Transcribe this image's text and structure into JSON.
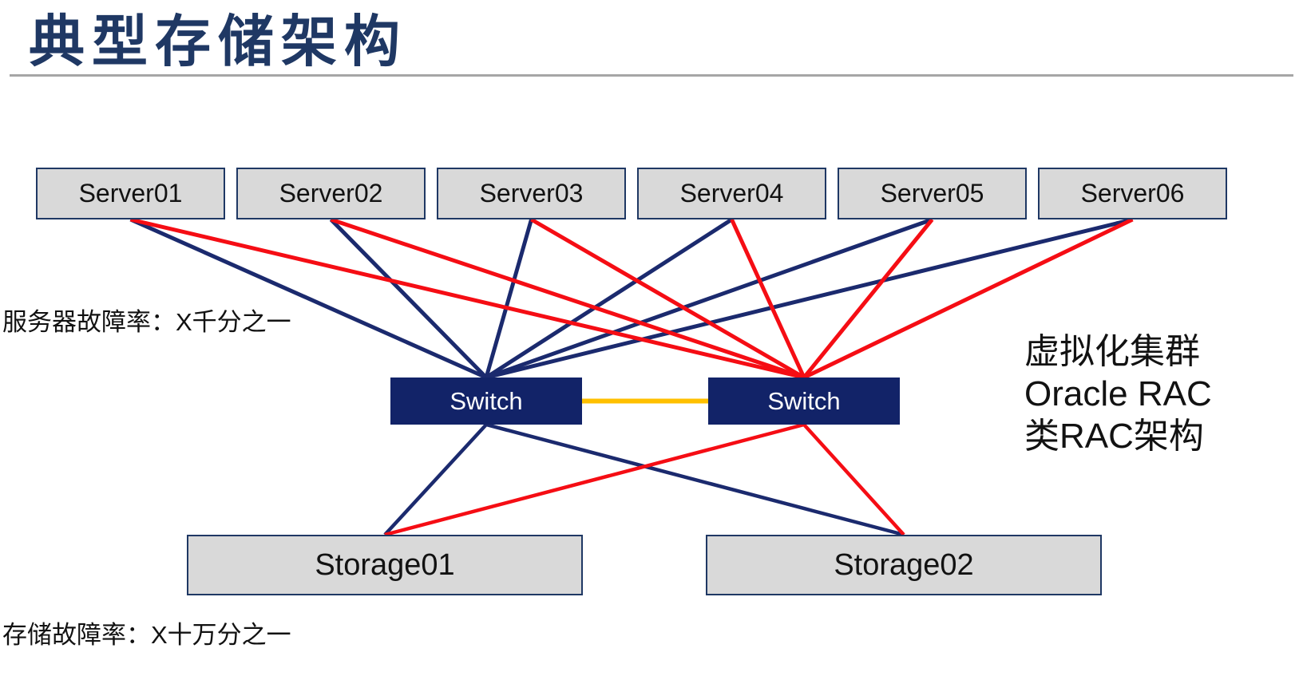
{
  "slide": {
    "title": "典型存储架构"
  },
  "nodes": {
    "servers": [
      {
        "id": "server01",
        "label": "Server01"
      },
      {
        "id": "server02",
        "label": "Server02"
      },
      {
        "id": "server03",
        "label": "Server03"
      },
      {
        "id": "server04",
        "label": "Server04"
      },
      {
        "id": "server05",
        "label": "Server05"
      },
      {
        "id": "server06",
        "label": "Server06"
      }
    ],
    "switches": [
      {
        "id": "switch1",
        "label": "Switch"
      },
      {
        "id": "switch2",
        "label": "Switch"
      }
    ],
    "storages": [
      {
        "id": "storage01",
        "label": "Storage01"
      },
      {
        "id": "storage02",
        "label": "Storage02"
      }
    ]
  },
  "annotations": {
    "server_failure_rate": "服务器故障率：X千分之一",
    "storage_failure_rate": "存储故障率：X十万分之一",
    "cluster_note_lines": [
      "虚拟化集群",
      "Oracle RAC",
      "类RAC架构"
    ]
  },
  "colors": {
    "title_color": "#1f3864",
    "divider": "#a6a6a6",
    "node_fill": "#d9d9d9",
    "node_border": "#1f3864",
    "switch_fill": "#122368",
    "navy_link": "#1b2a6e",
    "red_link": "#f50d14",
    "inter_switch_link": "#ffc000"
  },
  "links": [
    {
      "from": "server01",
      "to": "switch1",
      "color_key": "navy_link",
      "width": 5
    },
    {
      "from": "server02",
      "to": "switch1",
      "color_key": "navy_link",
      "width": 5
    },
    {
      "from": "server03",
      "to": "switch1",
      "color_key": "navy_link",
      "width": 5
    },
    {
      "from": "server04",
      "to": "switch1",
      "color_key": "navy_link",
      "width": 5
    },
    {
      "from": "server05",
      "to": "switch1",
      "color_key": "navy_link",
      "width": 5
    },
    {
      "from": "server06",
      "to": "switch1",
      "color_key": "navy_link",
      "width": 5
    },
    {
      "from": "server01",
      "to": "switch2",
      "color_key": "red_link",
      "width": 5
    },
    {
      "from": "server02",
      "to": "switch2",
      "color_key": "red_link",
      "width": 5
    },
    {
      "from": "server03",
      "to": "switch2",
      "color_key": "red_link",
      "width": 5
    },
    {
      "from": "server04",
      "to": "switch2",
      "color_key": "red_link",
      "width": 5
    },
    {
      "from": "server05",
      "to": "switch2",
      "color_key": "red_link",
      "width": 5
    },
    {
      "from": "server06",
      "to": "switch2",
      "color_key": "red_link",
      "width": 5
    },
    {
      "from": "switch1",
      "to": "storage01",
      "color_key": "navy_link",
      "width": 4.5
    },
    {
      "from": "switch1",
      "to": "storage02",
      "color_key": "navy_link",
      "width": 4.5
    },
    {
      "from": "switch2",
      "to": "storage01",
      "color_key": "red_link",
      "width": 4.5
    },
    {
      "from": "switch2",
      "to": "storage02",
      "color_key": "red_link",
      "width": 4.5
    },
    {
      "from": "switch1",
      "to": "switch2",
      "color_key": "inter_switch_link",
      "width": 6,
      "from_anchor": "right",
      "to_anchor": "left"
    }
  ]
}
